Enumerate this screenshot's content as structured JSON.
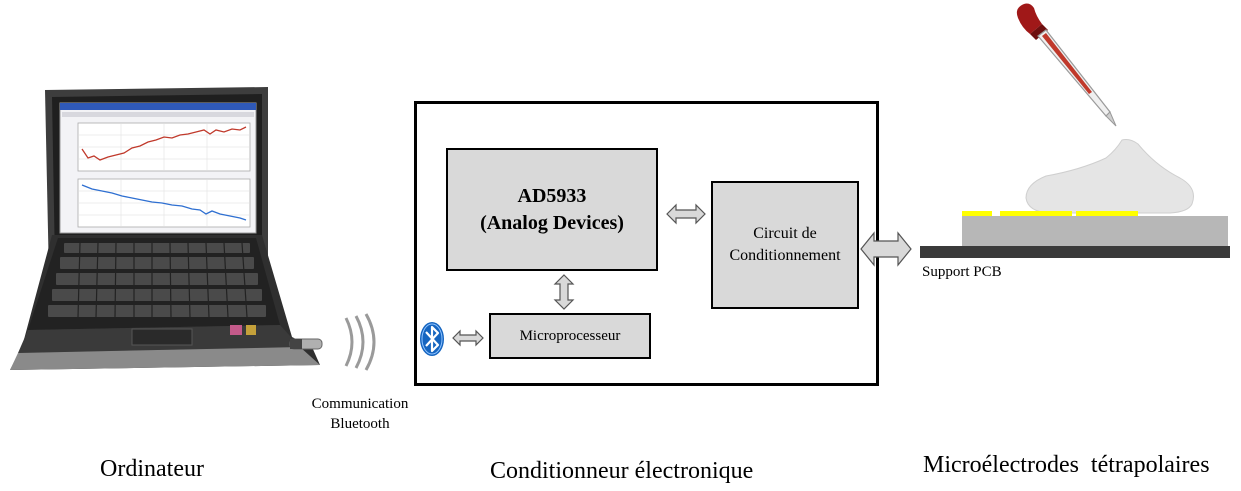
{
  "labels": {
    "computer": "Ordinateur",
    "conditioner": "Conditionneur électronique",
    "electrodes": "Microélectrodes  tétrapolaires",
    "communication_line1": "Communication",
    "communication_line2": "Bluetooth",
    "support": "Support PCB"
  },
  "blocks": {
    "ad5933_line1": "AD5933",
    "ad5933_line2": "(Analog Devices)",
    "conditioning_line1": "Circuit de",
    "conditioning_line2": "Conditionnement",
    "microprocessor": "Microprocesseur"
  },
  "icons": {
    "laptop": "laptop-icon",
    "wireless": "wireless-signal-icon",
    "bluetooth": "bluetooth-icon",
    "dropper": "dropper-icon",
    "droplet": "droplet-icon"
  },
  "colors": {
    "block_fill": "#d9d9d9",
    "arrow_fill": "#d9d9d9",
    "pcb": "#3a3a3a",
    "substrate": "#b7b7b7",
    "electrode": "#ffff00",
    "droplet": "#e5e5e5",
    "dropper_bulb": "#a01818",
    "bluetooth": "#1565c0"
  }
}
